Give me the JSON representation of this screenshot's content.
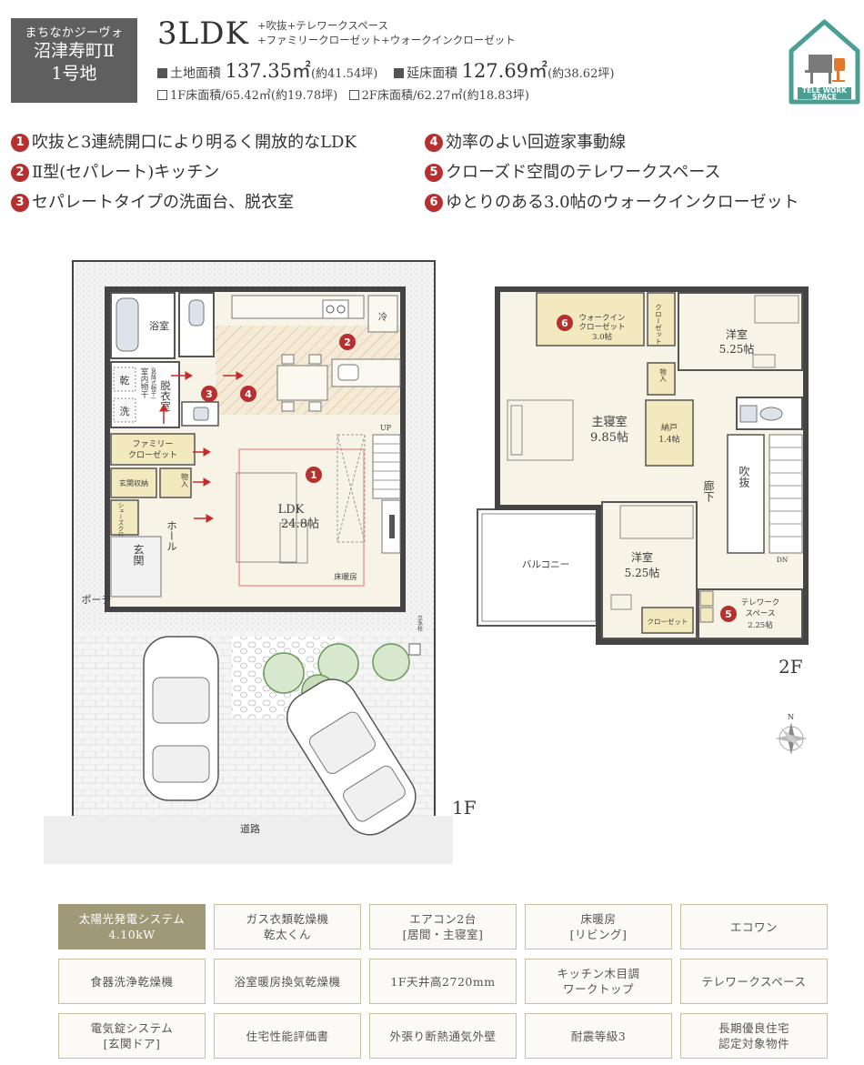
{
  "header": {
    "series": "まちなかジーヴォ",
    "site_name": "沼津寿町Ⅱ",
    "lot": "1号地",
    "layout": "3LDK",
    "features_line1": "+吹抜+テレワークスペース",
    "features_line2": "+ファミリークローゼット+ウォークインクローゼット",
    "land_label": "土地面積",
    "land_value": "137.35㎡",
    "land_tsubo": "(約41.54坪)",
    "floor_label": "延床面積",
    "floor_value": "127.69㎡",
    "floor_tsubo": "(約38.62坪)",
    "f1_label": "1F床面積/65.42㎡(約19.78坪)",
    "f2_label": "2F床面積/62.27㎡(約18.83坪)",
    "badge_line1": "TELE WORK",
    "badge_line2": "SPACE"
  },
  "points": [
    {
      "num": "1",
      "text": "吹抜と3連続開口により明るく開放的なLDK"
    },
    {
      "num": "2",
      "text": "Ⅱ型(セパレート)キッチン"
    },
    {
      "num": "3",
      "text": "セパレートタイプの洗面台、脱衣室"
    },
    {
      "num": "4",
      "text": "効率のよい回遊家事動線"
    },
    {
      "num": "5",
      "text": "クローズド空間のテレワークスペース"
    },
    {
      "num": "6",
      "text": "ゆとりのある3.0帖のウォークインクローゼット"
    }
  ],
  "plan1f": {
    "bath": "浴室",
    "refrigerator": "冷",
    "dryer": "乾",
    "washer": "洗",
    "indoor_dry": "室内物干",
    "indoor_dry_note": "(昇降式物干)",
    "dressing": "脱衣室",
    "family_closet1": "ファミリー",
    "family_closet2": "クローゼット",
    "entrance_storage": "玄関収納",
    "storage": "物入",
    "shoes": "シューズクローク",
    "hall": "ホール",
    "entrance": "玄関",
    "porch": "ポーチ",
    "ldk": "LDK",
    "ldk_size": "24.8帖",
    "floor_heating": "床暖房",
    "up": "UP",
    "water_tap": "立水栓",
    "road": "道路",
    "floor_label": "1F"
  },
  "plan2f": {
    "wic1": "ウォークイン",
    "wic2": "クローゼット",
    "wic_size": "3.0帖",
    "closet": "クローゼット",
    "western1": "洋室",
    "western1_size": "5.25帖",
    "master": "主寝室",
    "master_size": "9.85帖",
    "storage": "物入",
    "nando": "納戸",
    "nando_size": "1.4帖",
    "corridor": "廊下",
    "void": "吹抜",
    "dn": "DN",
    "balcony": "バルコニー",
    "western2": "洋室",
    "western2_size": "5.25帖",
    "closet2": "クローゼット",
    "telework1": "テレワーク",
    "telework2": "スペース",
    "telework_size": "2.25帖",
    "north": "N",
    "floor_label": "2F"
  },
  "specs": [
    {
      "label": "太陽光発電システム\n4.10kW",
      "highlight": true
    },
    {
      "label": "ガス衣類乾燥機\n乾太くん",
      "highlight": false
    },
    {
      "label": "エアコン2台\n[居間・主寝室]",
      "highlight": false
    },
    {
      "label": "床暖房\n[リビング]",
      "highlight": false
    },
    {
      "label": "エコワン",
      "highlight": false
    },
    {
      "label": "食器洗浄乾燥機",
      "highlight": false
    },
    {
      "label": "浴室暖房換気乾燥機",
      "highlight": false
    },
    {
      "label": "1F天井高2720mm",
      "highlight": false
    },
    {
      "label": "キッチン木目調\nワークトップ",
      "highlight": false
    },
    {
      "label": "テレワークスペース",
      "highlight": false
    },
    {
      "label": "電気錠システム\n[玄関ドア]",
      "highlight": false
    },
    {
      "label": "住宅性能評価書",
      "highlight": false
    },
    {
      "label": "外張り断熱通気外壁",
      "highlight": false
    },
    {
      "label": "耐震等級3",
      "highlight": false
    },
    {
      "label": "長期優良住宅\n認定対象物件",
      "highlight": false
    }
  ],
  "colors": {
    "accent_red": "#b5302f",
    "teal": "#4a9e94",
    "floor_beige": "#f7f3e6",
    "closet_yellow": "#f3e9be",
    "spec_highlight": "#a09978"
  }
}
